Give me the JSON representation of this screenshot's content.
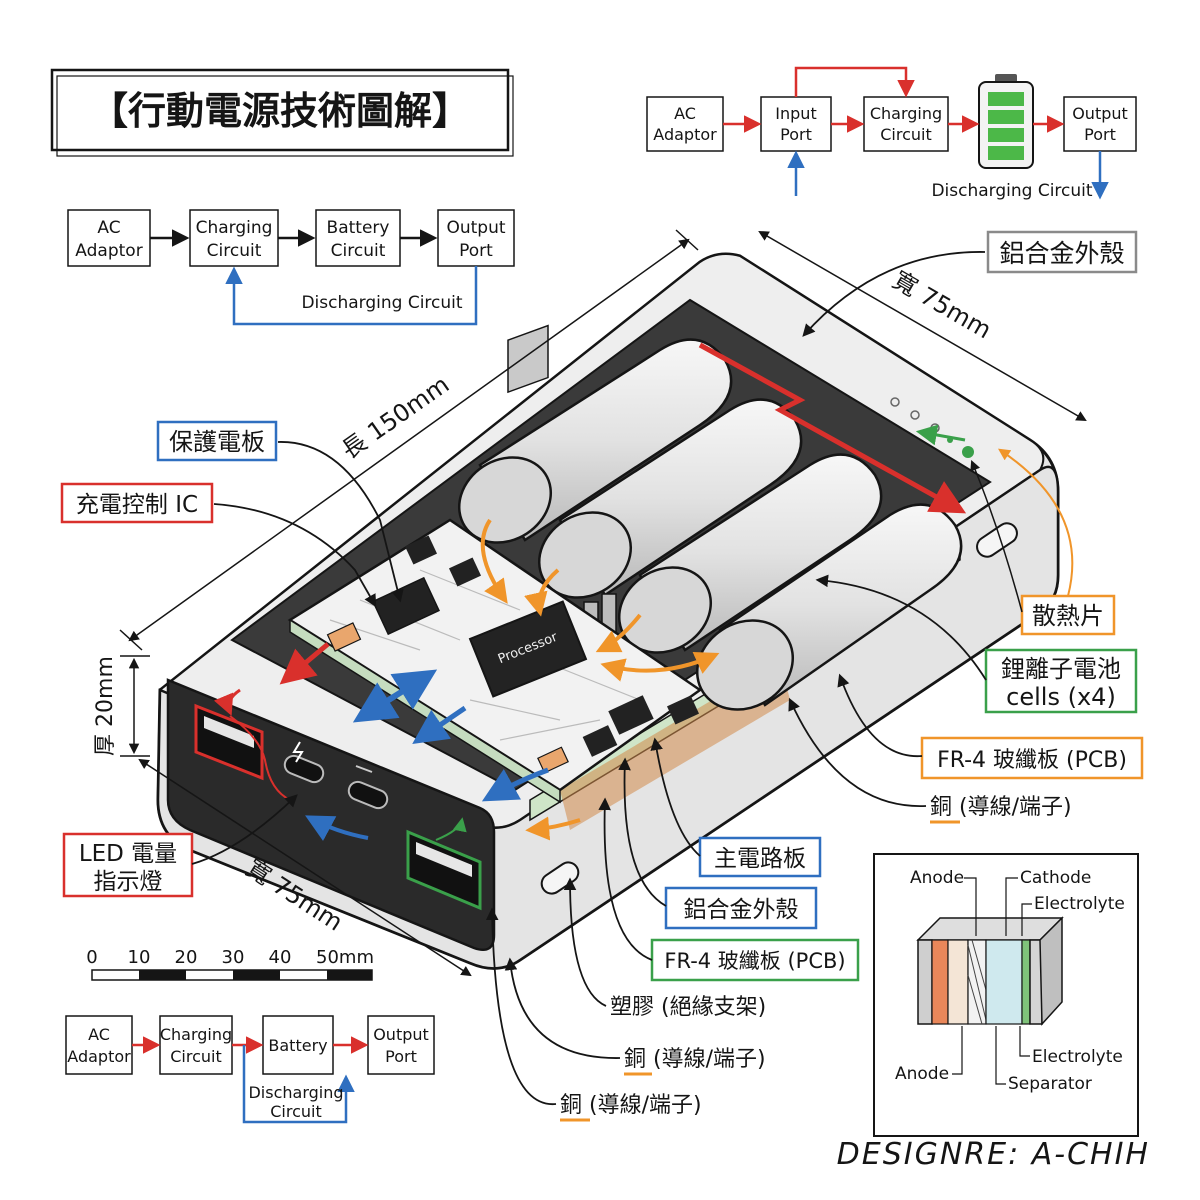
{
  "title": "【行動電源技術圖解】",
  "designer": "DESIGNRE: A-CHIH",
  "colors": {
    "red": "#d9302c",
    "blue": "#2f6fc0",
    "green": "#3aa04a",
    "orange": "#f0952a",
    "ink": "#151515"
  },
  "flow_top_right": {
    "ac": [
      "AC",
      "Adaptor"
    ],
    "input": [
      "Input",
      "Port"
    ],
    "charging": [
      "Charging",
      "Circuit"
    ],
    "output": [
      "Output",
      "Port"
    ],
    "discharging": "Discharging Circuit"
  },
  "flow_top_left": {
    "ac": [
      "AC",
      "Adaptor"
    ],
    "charging": [
      "Charging",
      "Circuit"
    ],
    "battery": [
      "Battery",
      "Circuit"
    ],
    "output": [
      "Output",
      "Port"
    ],
    "discharging": "Discharging Circuit"
  },
  "flow_bottom_left": {
    "ac": [
      "AC",
      "Adaptor"
    ],
    "charging": [
      "Charging",
      "Circuit"
    ],
    "battery": "Battery",
    "output": [
      "Output",
      "Port"
    ],
    "discharging": [
      "Discharging",
      "Circuit"
    ]
  },
  "dimensions": {
    "length": "長 150mm",
    "width_top": "寬 75mm",
    "width_bottom": "寬 75mm",
    "thickness": "厚 20mm"
  },
  "chip_label": "Processor",
  "labels": {
    "alloy_top": "鋁合金外殼",
    "protect_board": "保護電板",
    "charge_ic": "充電控制 IC",
    "heatsink": "散熱片",
    "li_ion": [
      "鋰離子電池",
      "cells (x4)"
    ],
    "fr4_right": "FR-4 玻纖板 (PCB)",
    "copper_right": "銅 (導線/端子)",
    "main_board": "主電路板",
    "alloy_bottom": "鋁合金外殼",
    "fr4_bottom": "FR-4 玻纖板 (PCB)",
    "plastic": "塑膠 (絕緣支架)",
    "copper_b1": "銅 (導線/端子)",
    "copper_b2": "銅 (導線/端子)",
    "led": [
      "LED 電量",
      "指示燈"
    ]
  },
  "scale": {
    "ticks": [
      "0",
      "10",
      "20",
      "30",
      "40",
      "50mm"
    ]
  },
  "cell_diagram": {
    "anode_top": "Anode",
    "cathode": "Cathode",
    "electrolyte_top": "Electrolyte",
    "anode_bottom": "Anode",
    "electrolyte_bottom": "Electrolyte",
    "separator": "Separator"
  }
}
